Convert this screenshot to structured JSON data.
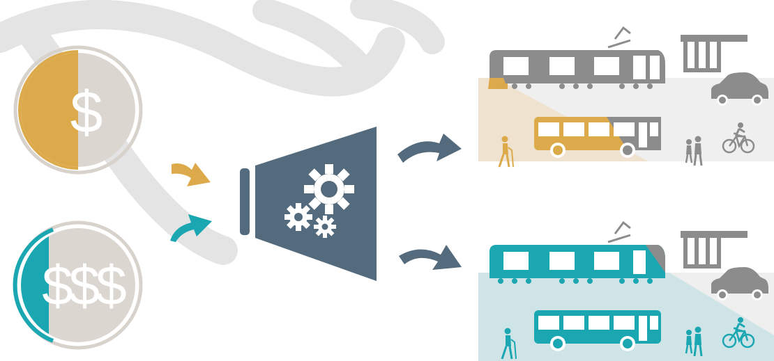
{
  "colors": {
    "gold": "#dcaa4a",
    "teal": "#1aa7b2",
    "slate": "#546b7d",
    "gray": "#8c8c8c",
    "coin_fill": "#dcd6d1",
    "coin_ring": "#d8d2cd",
    "watermark": "#e4e4e4",
    "gold_band": "#efe3cf",
    "teal_band": "#cfe4e7",
    "gray_band": "#efefef"
  },
  "icons": {
    "coin_small": "dollar-coin-icon",
    "coin_large": "triple-dollar-coin-icon",
    "engine": "funnel-gears-icon",
    "vehicles": [
      "streetcar-icon",
      "bus-icon",
      "car-icon",
      "bus-shelter-icon",
      "pedestrian-icon",
      "walking-family-icon",
      "bicycle-icon"
    ]
  },
  "coins": {
    "small_symbol": "$",
    "large_symbol": "$$$"
  },
  "scenarios": [
    {
      "name": "low-funding",
      "accent": "gold"
    },
    {
      "name": "high-funding",
      "accent": "teal"
    }
  ]
}
